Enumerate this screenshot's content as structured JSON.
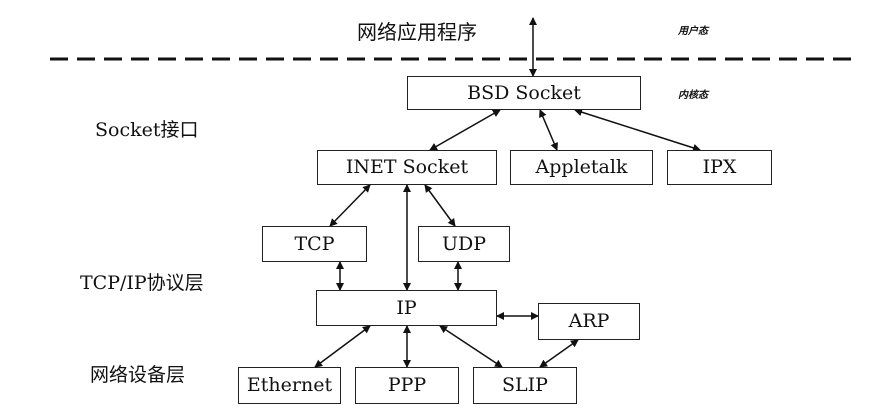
{
  "top": {
    "app_label": "网络应用程序",
    "user_space_tag": "用户态",
    "kernel_space_tag": "内核态"
  },
  "layers": {
    "socket": "Socket接口",
    "tcpip": "TCP/IP协议层",
    "network": "网络设备层"
  },
  "boxes": {
    "bsd": "BSD Socket",
    "inet": "INET Socket",
    "appletalk": "Appletalk",
    "ipx": "IPX",
    "tcp": "TCP",
    "udp": "UDP",
    "ip": "IP",
    "arp": "ARP",
    "ethernet": "Ethernet",
    "ppp": "PPP",
    "slip": "SLIP"
  }
}
